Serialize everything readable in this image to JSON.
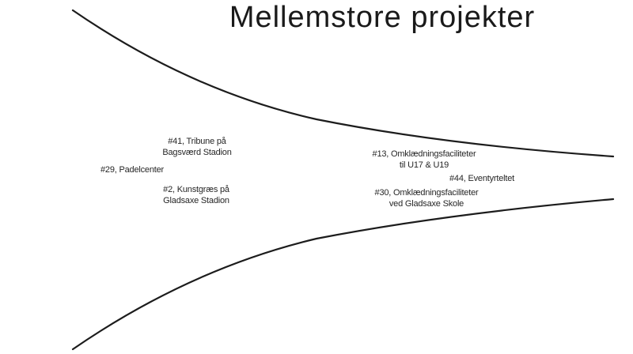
{
  "title": "Mellemstore projekter",
  "colors": {
    "background": "#ffffff",
    "line": "#1c1c1c",
    "text": "#262626",
    "title_text": "#1a1a1a"
  },
  "projects": [
    {
      "text": "#41, Tribune på\nBagsværd Stadion"
    },
    {
      "text": "#29, Padelcenter"
    },
    {
      "text": "#2, Kunstgræs på\nGladsaxe Stadion"
    },
    {
      "text": "#13, Omklædningsfaciliteter\ntil U17 & U19"
    },
    {
      "text": "#44, Eventyrteltet"
    },
    {
      "text": "#30, Omklædningsfaciliteter\nved Gladsaxe Skole"
    }
  ]
}
